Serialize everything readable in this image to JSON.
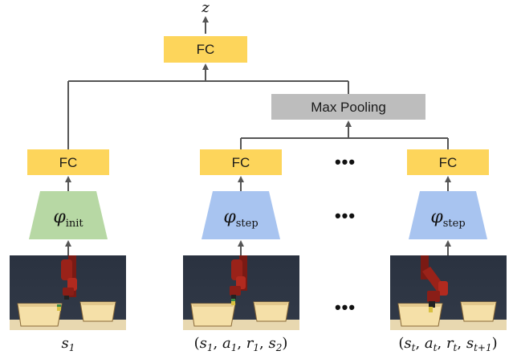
{
  "output_label": "z",
  "top_fc_label": "FC",
  "max_pooling_label": "Max Pooling",
  "fc_label": "FC",
  "ellipsis": "•••",
  "encoders": {
    "init": {
      "symbol": "φ",
      "subscript": "init"
    },
    "step": {
      "symbol": "φ",
      "subscript": "step"
    }
  },
  "captions": {
    "first": "s1",
    "second": "(s1, a1, r1, s2)",
    "last": "(st, at, rt, st+1)"
  },
  "colors": {
    "fc_box": "#fdd55b",
    "pool_box": "#bdbdbd",
    "init_encoder": "#b7d8a4",
    "step_encoder": "#a8c4f0",
    "arrow": "#555555"
  }
}
